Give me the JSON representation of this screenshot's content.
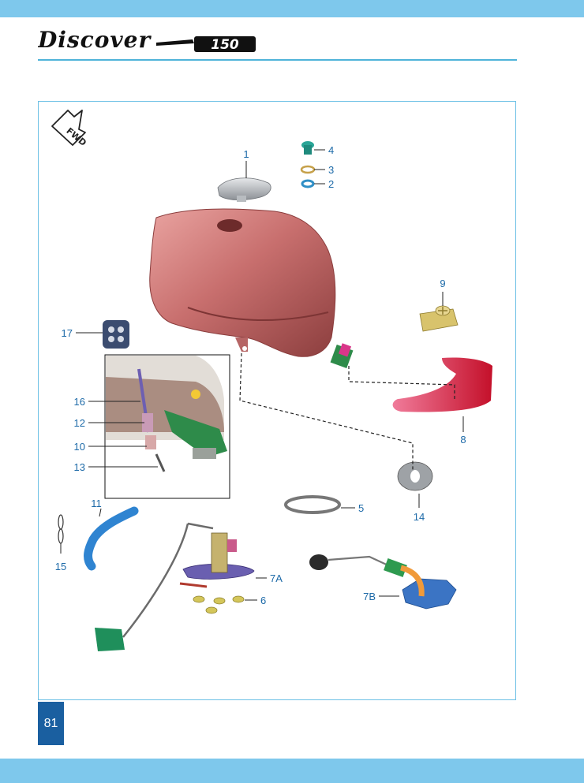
{
  "header": {
    "brand_script": "Discover",
    "brand_model": "150"
  },
  "diagram": {
    "fwd_label": "FWD",
    "callouts": {
      "c1": "1",
      "c2": "2",
      "c3": "3",
      "c4": "4",
      "c5": "5",
      "c6": "6",
      "c7a": "7A",
      "c7b": "7B",
      "c8": "8",
      "c9": "9",
      "c10": "10",
      "c11": "11",
      "c12": "12",
      "c13": "13",
      "c14": "14",
      "c15": "15",
      "c16": "16",
      "c17": "17"
    }
  },
  "footer": {
    "page_number": "81"
  },
  "colors": {
    "band": "#7ec8ec",
    "rule": "#4fb3d9",
    "frame": "#6cc0e5",
    "callout_text": "#1d6aa8",
    "page_badge": "#1a5fa0",
    "tank": "#c7706f"
  }
}
